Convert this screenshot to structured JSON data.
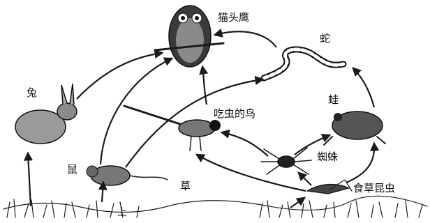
{
  "diagram": {
    "organisms": {
      "owl": "猫头鹰",
      "snake": "蛇",
      "rabbit": "兔",
      "bird": "吃虫的鸟",
      "frog": "蛙",
      "mouse": "鼠",
      "spider": "蜘蛛",
      "grass": "草",
      "grasshopper": "食草昆虫"
    },
    "relations": [
      {
        "from": "grass",
        "to": "rabbit"
      },
      {
        "from": "grass",
        "to": "mouse"
      },
      {
        "from": "grass",
        "to": "grasshopper"
      },
      {
        "from": "rabbit",
        "to": "owl"
      },
      {
        "from": "mouse",
        "to": "owl"
      },
      {
        "from": "mouse",
        "to": "snake"
      },
      {
        "from": "snake",
        "to": "owl"
      },
      {
        "from": "bird",
        "to": "owl"
      },
      {
        "from": "spider",
        "to": "bird"
      },
      {
        "from": "grasshopper",
        "to": "bird"
      },
      {
        "from": "grasshopper",
        "to": "spider"
      },
      {
        "from": "spider",
        "to": "frog"
      },
      {
        "from": "grasshopper",
        "to": "frog"
      },
      {
        "from": "frog",
        "to": "snake"
      }
    ],
    "footer_fragment": "上"
  }
}
